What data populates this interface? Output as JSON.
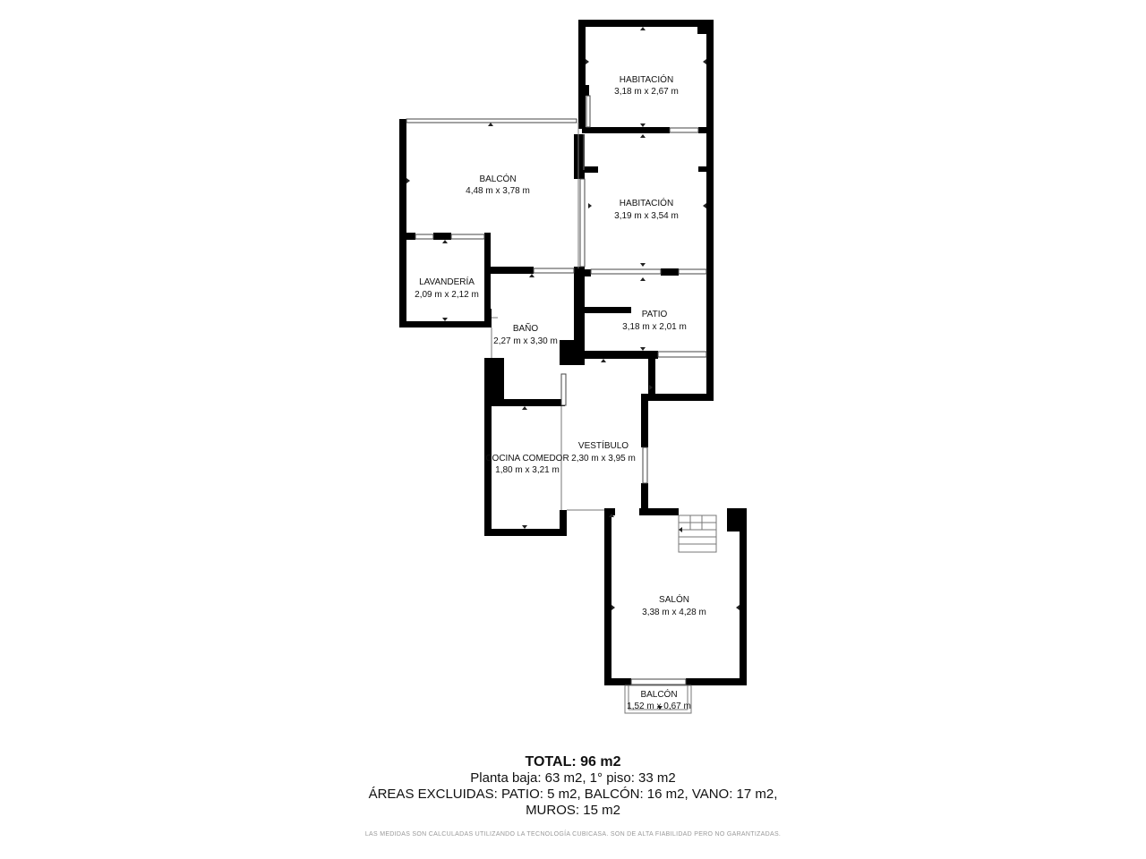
{
  "rooms": [
    {
      "name": "HABITACIÓN",
      "dims": "3,18 m x 2,67 m"
    },
    {
      "name": "BALCÓN",
      "dims": "4,48 m x 3,78 m"
    },
    {
      "name": "HABITACIÓN",
      "dims": "3,19 m x 3,54 m"
    },
    {
      "name": "LAVANDERÍA",
      "dims": "2,09 m x 2,12 m"
    },
    {
      "name": "BAÑO",
      "dims": "2,27 m x 3,30 m"
    },
    {
      "name": "PATIO",
      "dims": "3,18 m x 2,01 m"
    },
    {
      "name": "VESTÍBULO",
      "dims": "2,30 m x 3,95 m"
    },
    {
      "name": "COCINA COMEDOR",
      "dims": "1,80 m x 3,21 m"
    },
    {
      "name": "SALÓN",
      "dims": "3,38 m x 4,28 m"
    },
    {
      "name": "BALCÓN",
      "dims": "1,52 m x 0,67 m"
    }
  ],
  "summary": {
    "total": "TOTAL: 96 m2",
    "line1": "Planta baja: 63 m2, 1° piso: 33 m2",
    "line2": "ÁREAS EXCLUIDAS: PATIO: 5 m2, BALCÓN: 16 m2, VANO: 17 m2,",
    "line3": "MUROS: 15 m2"
  },
  "disclaimer": "LAS MEDIDAS SON CALCULADAS UTILIZANDO LA TECNOLOGÍA CUBICASA. SON DE ALTA FIABILIDAD PERO NO GARANTIZADAS."
}
